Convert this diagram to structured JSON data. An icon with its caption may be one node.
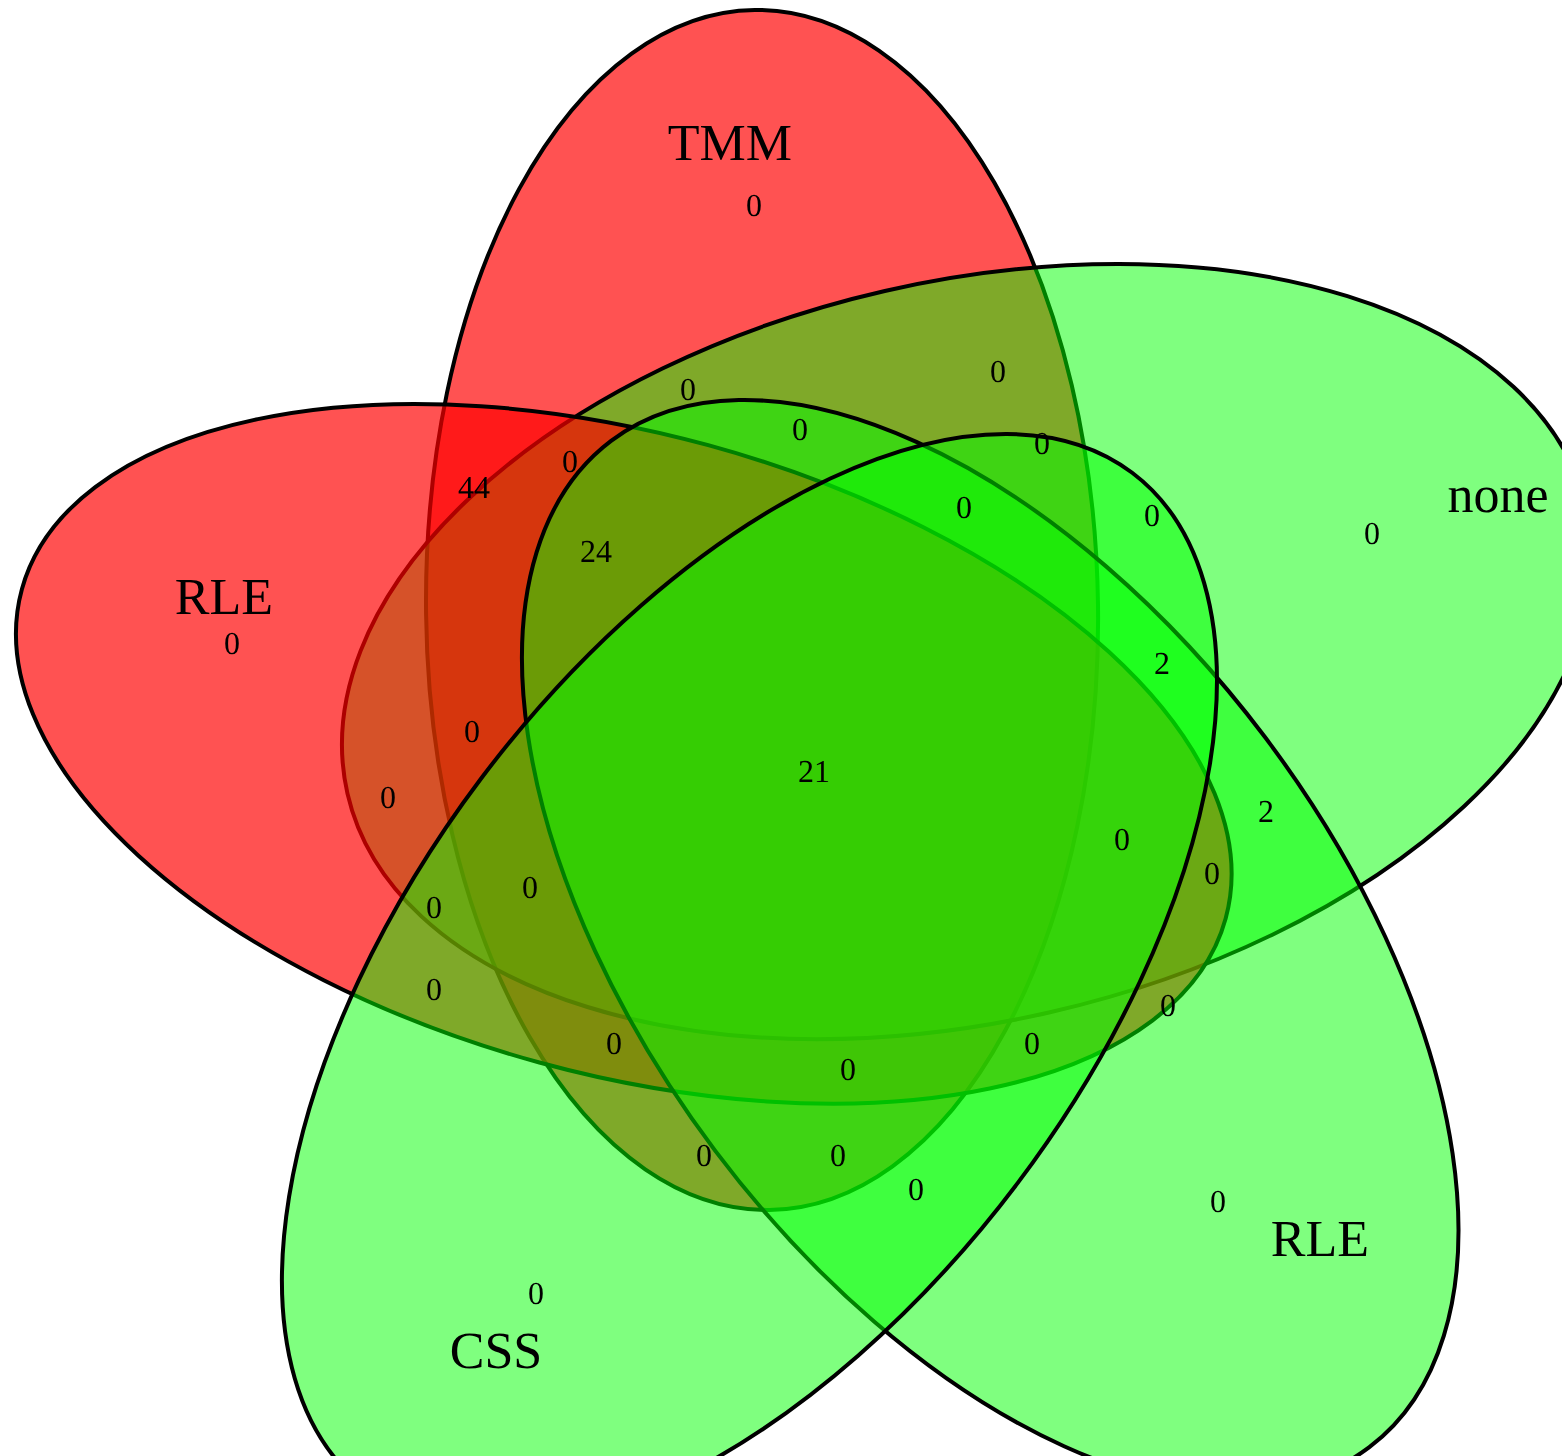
{
  "diagram": {
    "nodes": [
      {
        "text": [
          "TMM"
        ]
      },
      {
        "text": [
          "none"
        ]
      },
      {
        "text": [
          "RLE"
        ]
      },
      {
        "text": [
          "RLE"
        ]
      },
      {
        "text": [
          "CSS"
        ]
      }
    ],
    "labels": [
      "0",
      "0",
      "0",
      "0",
      "0",
      "0",
      "44",
      "24",
      "0",
      "0",
      "0",
      "0",
      "0",
      "2",
      "21",
      "0",
      "2",
      "0",
      "0",
      "0",
      "0",
      "0",
      "0",
      "0",
      "0",
      "0",
      "0",
      "0",
      "0",
      "0",
      "0"
    ]
  }
}
